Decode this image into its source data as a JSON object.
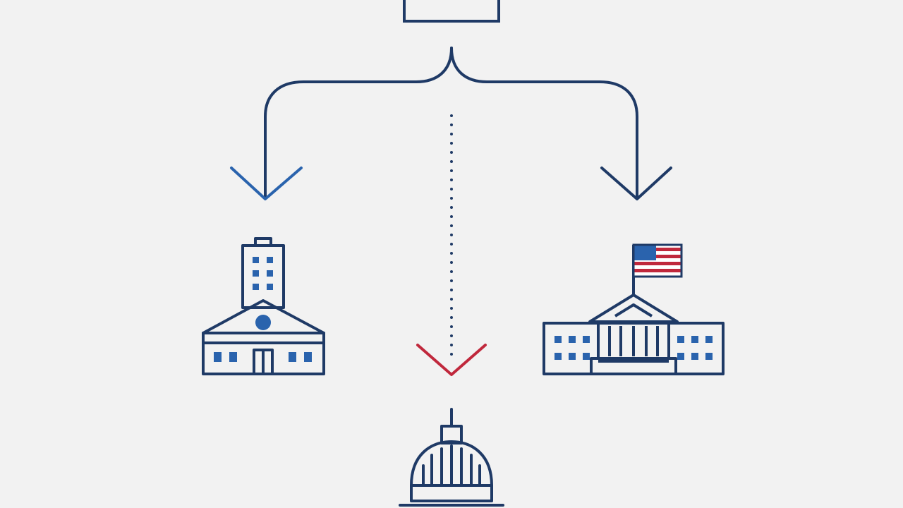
{
  "diagram": {
    "nodes": [
      {
        "id": "source",
        "icon": "box-icon"
      },
      {
        "id": "local",
        "icon": "city-hall-icon"
      },
      {
        "id": "federal",
        "icon": "government-building-flag-icon"
      },
      {
        "id": "capitol",
        "icon": "capitol-dome-icon"
      }
    ],
    "edges": [
      {
        "from": "source",
        "to": "local",
        "style": "solid"
      },
      {
        "from": "source",
        "to": "federal",
        "style": "solid"
      },
      {
        "from": "source",
        "to": "capitol",
        "style": "dotted"
      }
    ]
  },
  "colors": {
    "background": "#f2f2f2",
    "navy": "#1f3a66",
    "blue": "#2a63ad",
    "red": "#c0283c",
    "flag_red": "#c0283c",
    "flag_blue": "#2a63ad",
    "white": "#ffffff"
  }
}
